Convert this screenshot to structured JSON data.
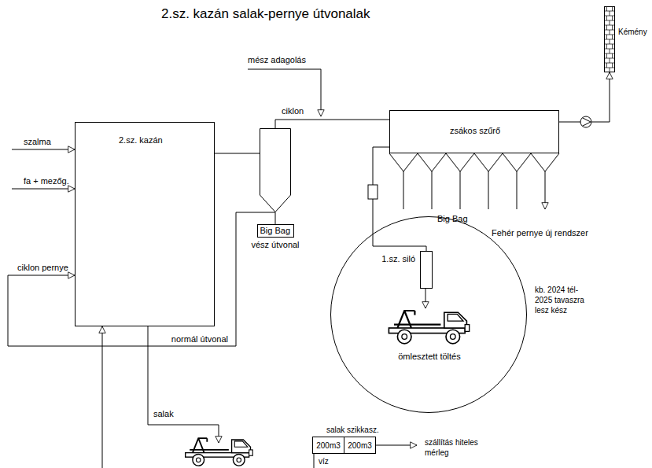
{
  "diagram": {
    "title": "2.sz. kazán salak-pernye útvonalak",
    "nodes": [
      {
        "text": [
          "2.sz. kazán"
        ]
      },
      {
        "text": [
          "ciklon"
        ]
      },
      {
        "text": [
          "Big Bag",
          "vész útvonal"
        ]
      },
      {
        "text": [
          "zsákos szűrő"
        ]
      },
      {
        "text": [
          "Kémény"
        ]
      },
      {
        "text": [
          "ömlesztett töltés"
        ]
      },
      {
        "text": [
          "1.sz. siló"
        ],
        "in": 5
      },
      {
        "text": [
          "salak szikkasz."
        ]
      },
      {
        "text": [
          "200m3"
        ],
        "in": 7
      },
      {
        "text": [
          "200m3"
        ],
        "in": 7
      }
    ],
    "edges": [
      {
        "from": 0,
        "to": 1,
        "arrow": "none"
      },
      {
        "from": 1,
        "to": 3,
        "arrow": "none"
      },
      {
        "from": 1,
        "to": 2,
        "arrow": "none"
      },
      {
        "from": 1,
        "to": 0,
        "arrow": "to",
        "label": "normál útvonal"
      },
      {
        "from": 3,
        "to": 4,
        "arrow": "to"
      },
      {
        "from": 3,
        "to": 6,
        "arrow": "none"
      }
    ],
    "labels": [
      "mész adagolás",
      "szalma",
      "fa + mezőg.",
      "ciklon pernye",
      "Big Bag",
      "Fehér pernye új rendszer",
      "kb. 2024 tél-2025 tavaszra lesz kész",
      "salak",
      "víz",
      "szállítás hiteles mérleg"
    ]
  }
}
